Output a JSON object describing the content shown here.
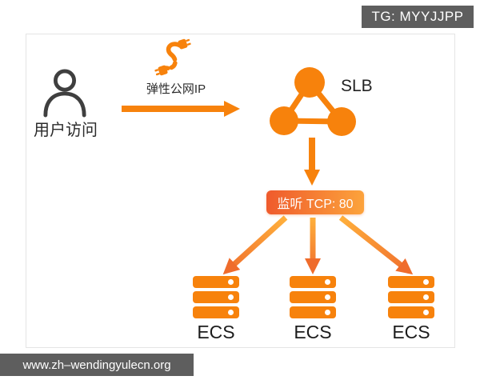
{
  "overlay": {
    "tg_badge": "TG: MYYJJPP",
    "watermark": "www.zh–wendingyulecn.org"
  },
  "diagram": {
    "user_label": "用户访问",
    "eip_label": "弹性公网IP",
    "slb_label": "SLB",
    "listener_badge": "监听 TCP: 80",
    "ecs_labels": [
      "ECS",
      "ECS",
      "ECS"
    ]
  },
  "icons": {
    "user": "user-person-icon",
    "eip": "elastic-ip-plug-icon",
    "slb": "slb-cluster-icon",
    "ecs": "ecs-server-stack-icon",
    "arrows": [
      "arrow-right",
      "arrow-down",
      "arrow-fan-left",
      "arrow-fan-middle",
      "arrow-fan-right"
    ]
  },
  "colors": {
    "orange": "#f7820c",
    "arrow_grad_start": "#ffb03c",
    "arrow_grad_end": "#ef6c2c",
    "badge_grad_start": "#ef5a2c",
    "badge_grad_end": "#fca43c",
    "gray_badge": "#5e5e5e",
    "text_dark": "#2b2b2b",
    "person_stroke": "#3f3f3f",
    "card_border": "#e4e4e4"
  }
}
